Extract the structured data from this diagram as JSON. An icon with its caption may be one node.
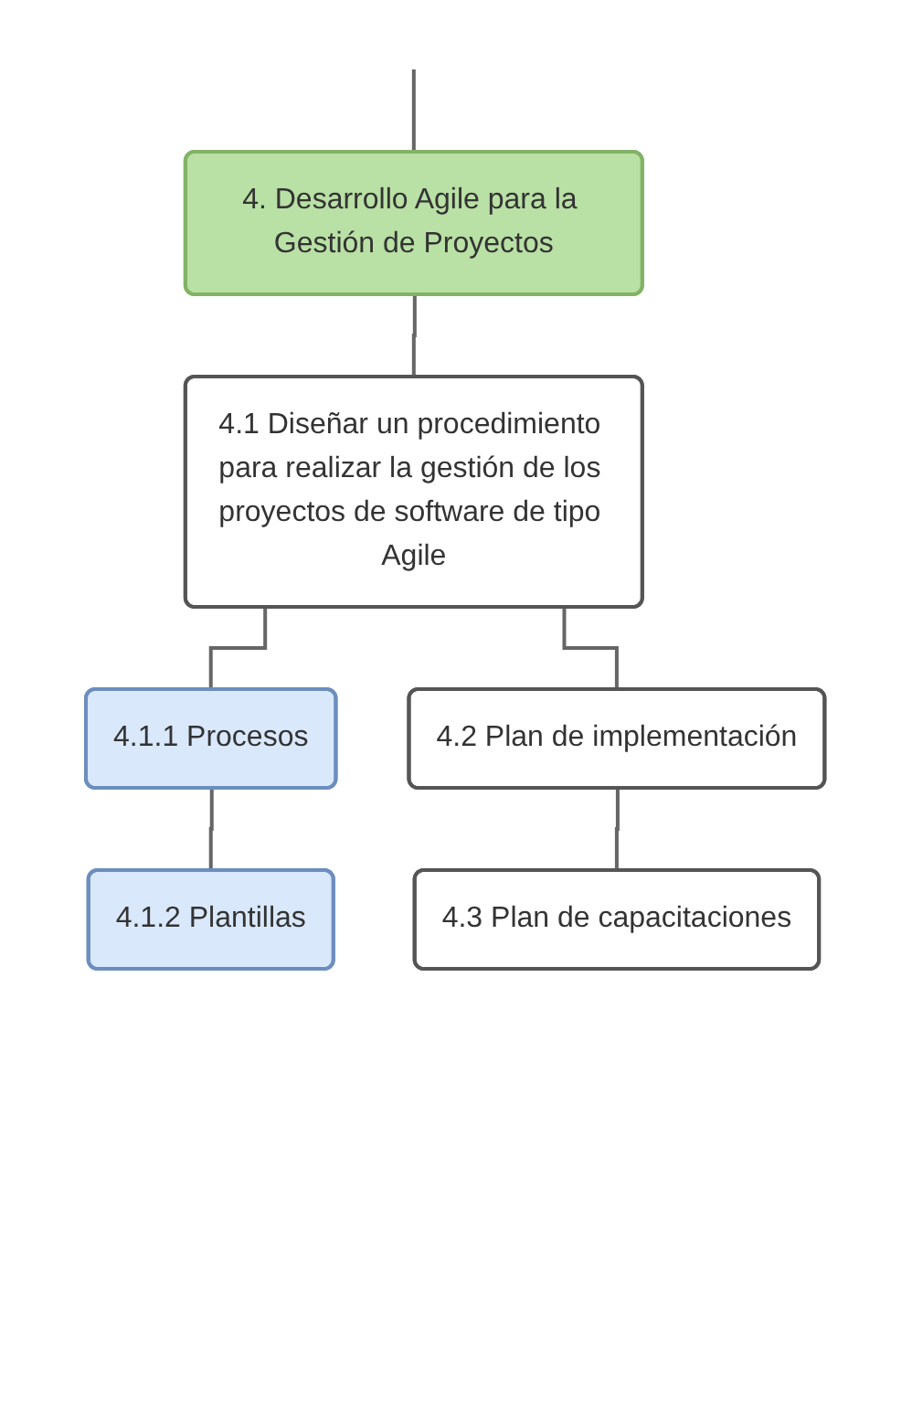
{
  "diagram": {
    "nodes": [
      {
        "text": [
          "4. Desarrollo Agile para la Gestión de Proyectos"
        ]
      },
      {
        "text": [
          "4.1 Diseñar un procedimiento para realizar la gestión de los proyectos de software de tipo Agile"
        ]
      },
      {
        "text": [
          "4.1.1 Procesos"
        ]
      },
      {
        "text": [
          "4.1.2 Plantillas"
        ]
      },
      {
        "text": [
          "4.2 Plan de implementación"
        ]
      },
      {
        "text": [
          "4.3 Plan de capacitaciones"
        ]
      }
    ],
    "edges": [
      {
        "from": null,
        "to": 0,
        "arrow": "none"
      },
      {
        "from": 0,
        "to": 1,
        "arrow": "none"
      },
      {
        "from": 1,
        "to": 2,
        "arrow": "none"
      },
      {
        "from": 2,
        "to": 3,
        "arrow": "none"
      },
      {
        "from": 1,
        "to": 4,
        "arrow": "none"
      },
      {
        "from": 4,
        "to": 5,
        "arrow": "none"
      }
    ]
  }
}
